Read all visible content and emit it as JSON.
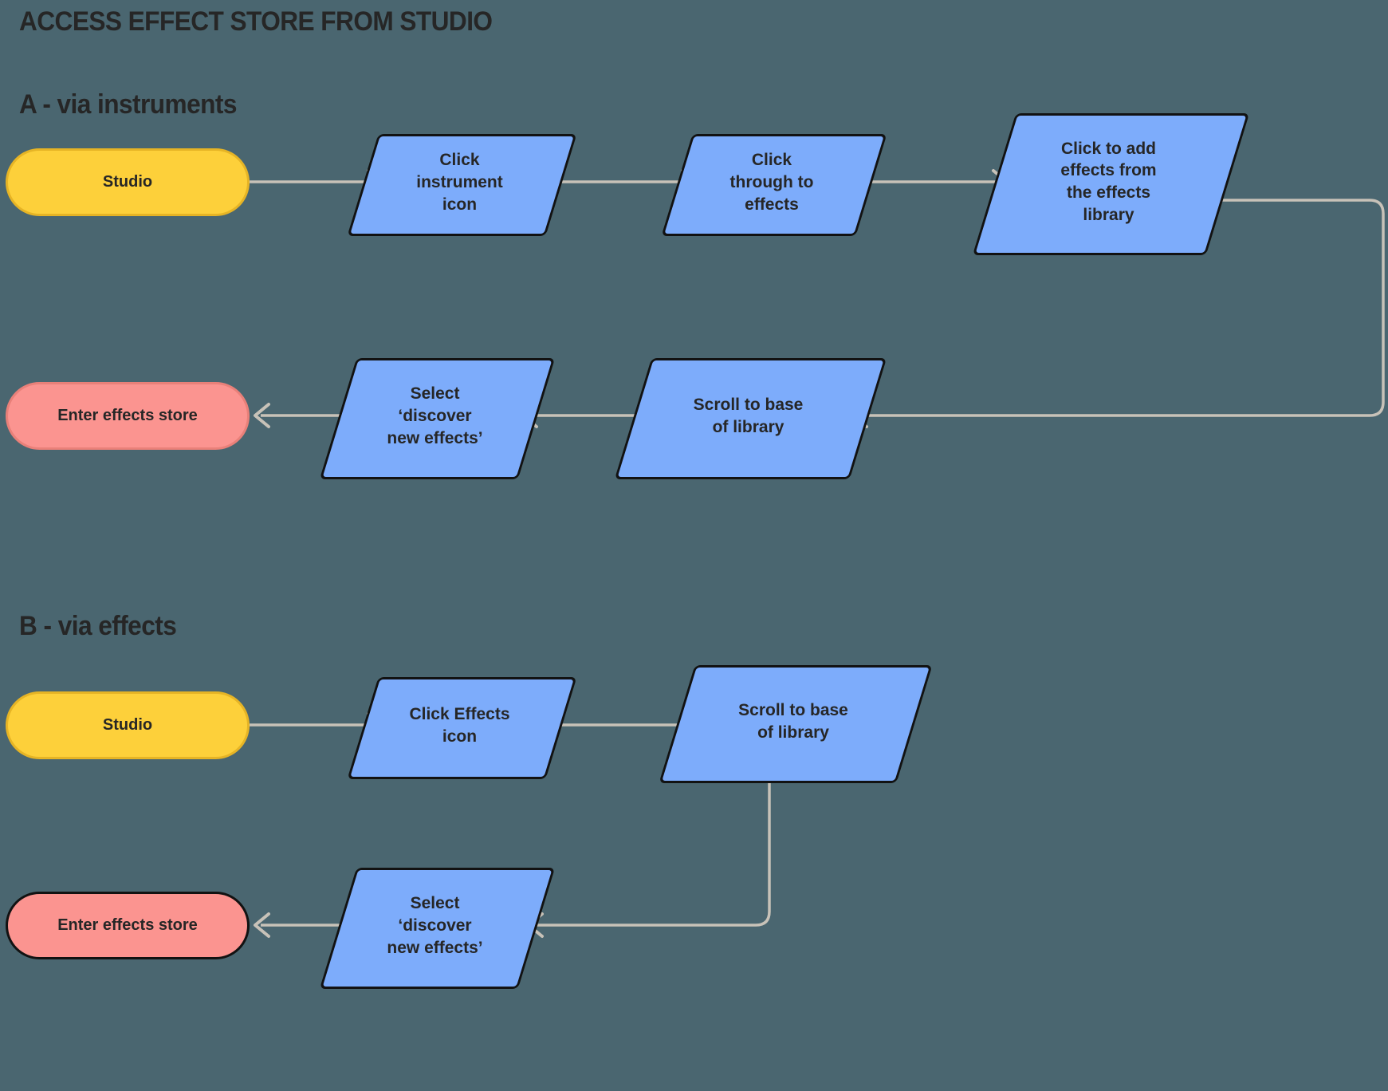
{
  "title": "ACCESS EFFECT STORE FROM STUDIO",
  "colors": {
    "background": "#4a6670",
    "start_fill": "#fdd03a",
    "start_border": "#e6b425",
    "process_fill": "#7dacfb",
    "process_border": "#121212",
    "end_fill": "#fb9490",
    "end_border_a": "#e98079",
    "end_border_b": "#121212",
    "connector": "#c8c2b8",
    "text": "#262626"
  },
  "sections": [
    {
      "id": "a",
      "heading": "A - via instruments",
      "nodes": {
        "start": "Studio",
        "step1": "Click\ninstrument\nicon",
        "step2": "Click\nthrough to\neffects",
        "step3": "Click to add\neffects from\nthe effects\nlibrary",
        "step4": "Scroll to base\nof library",
        "step5": "Select\n‘discover\nnew  effects’",
        "end": "Enter  effects store"
      }
    },
    {
      "id": "b",
      "heading": "B - via effects",
      "nodes": {
        "start": "Studio",
        "step1": "Click Effects\nicon",
        "step2": "Scroll to base\nof library",
        "step3": "Select\n‘discover\nnew  effects’",
        "end": "Enter effects store"
      }
    }
  ],
  "chart_data": {
    "type": "flowchart",
    "title": "ACCESS EFFECT STORE FROM STUDIO",
    "flows": [
      {
        "name": "A - via instruments",
        "steps": [
          "Studio",
          "Click instrument icon",
          "Click through to effects",
          "Click to add effects from the effects library",
          "Scroll to base of library",
          "Select ‘discover new  effects’",
          "Enter  effects store"
        ],
        "shapes": [
          "terminator",
          "process",
          "process",
          "process",
          "process",
          "process",
          "terminator"
        ]
      },
      {
        "name": "B - via effects",
        "steps": [
          "Studio",
          "Click Effects icon",
          "Scroll to base of library",
          "Select ‘discover new  effects’",
          "Enter effects store"
        ],
        "shapes": [
          "terminator",
          "process",
          "process",
          "process",
          "terminator"
        ]
      }
    ]
  }
}
